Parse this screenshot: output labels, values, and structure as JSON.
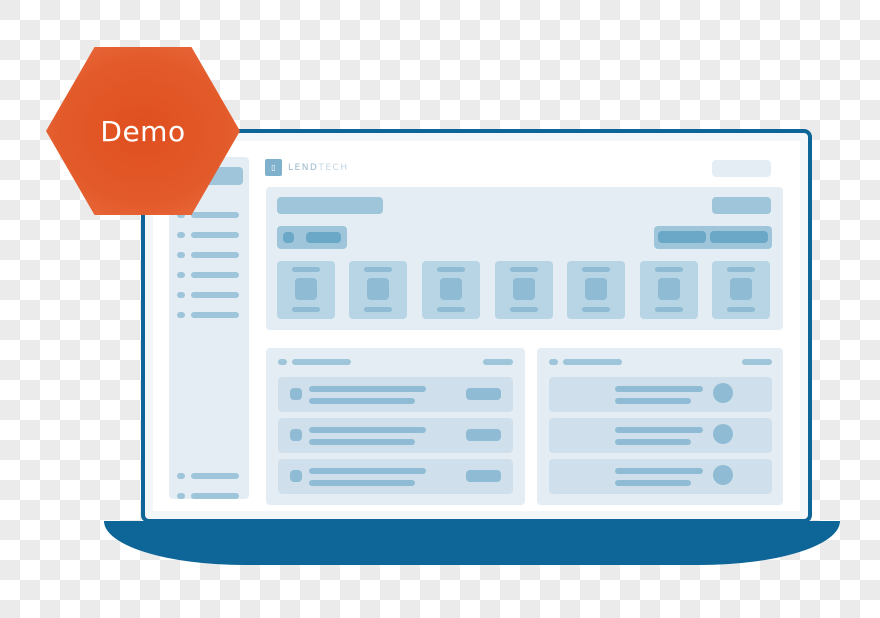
{
  "badge": {
    "label": "Demo",
    "color": "#e35a2a"
  },
  "app": {
    "brand_part1": "LEND",
    "brand_part2": "TECH",
    "logo_icon": "lendtech-logo-icon",
    "colors": {
      "frame": "#0e6597",
      "panel": "#e4edf4",
      "placeholder": "#9ec5da"
    }
  },
  "sidebar": {
    "items": 6,
    "footer_items": 2
  },
  "overview": {
    "stat_tiles": 7
  },
  "left_list": {
    "rows": 3
  },
  "right_list": {
    "rows": 3
  }
}
